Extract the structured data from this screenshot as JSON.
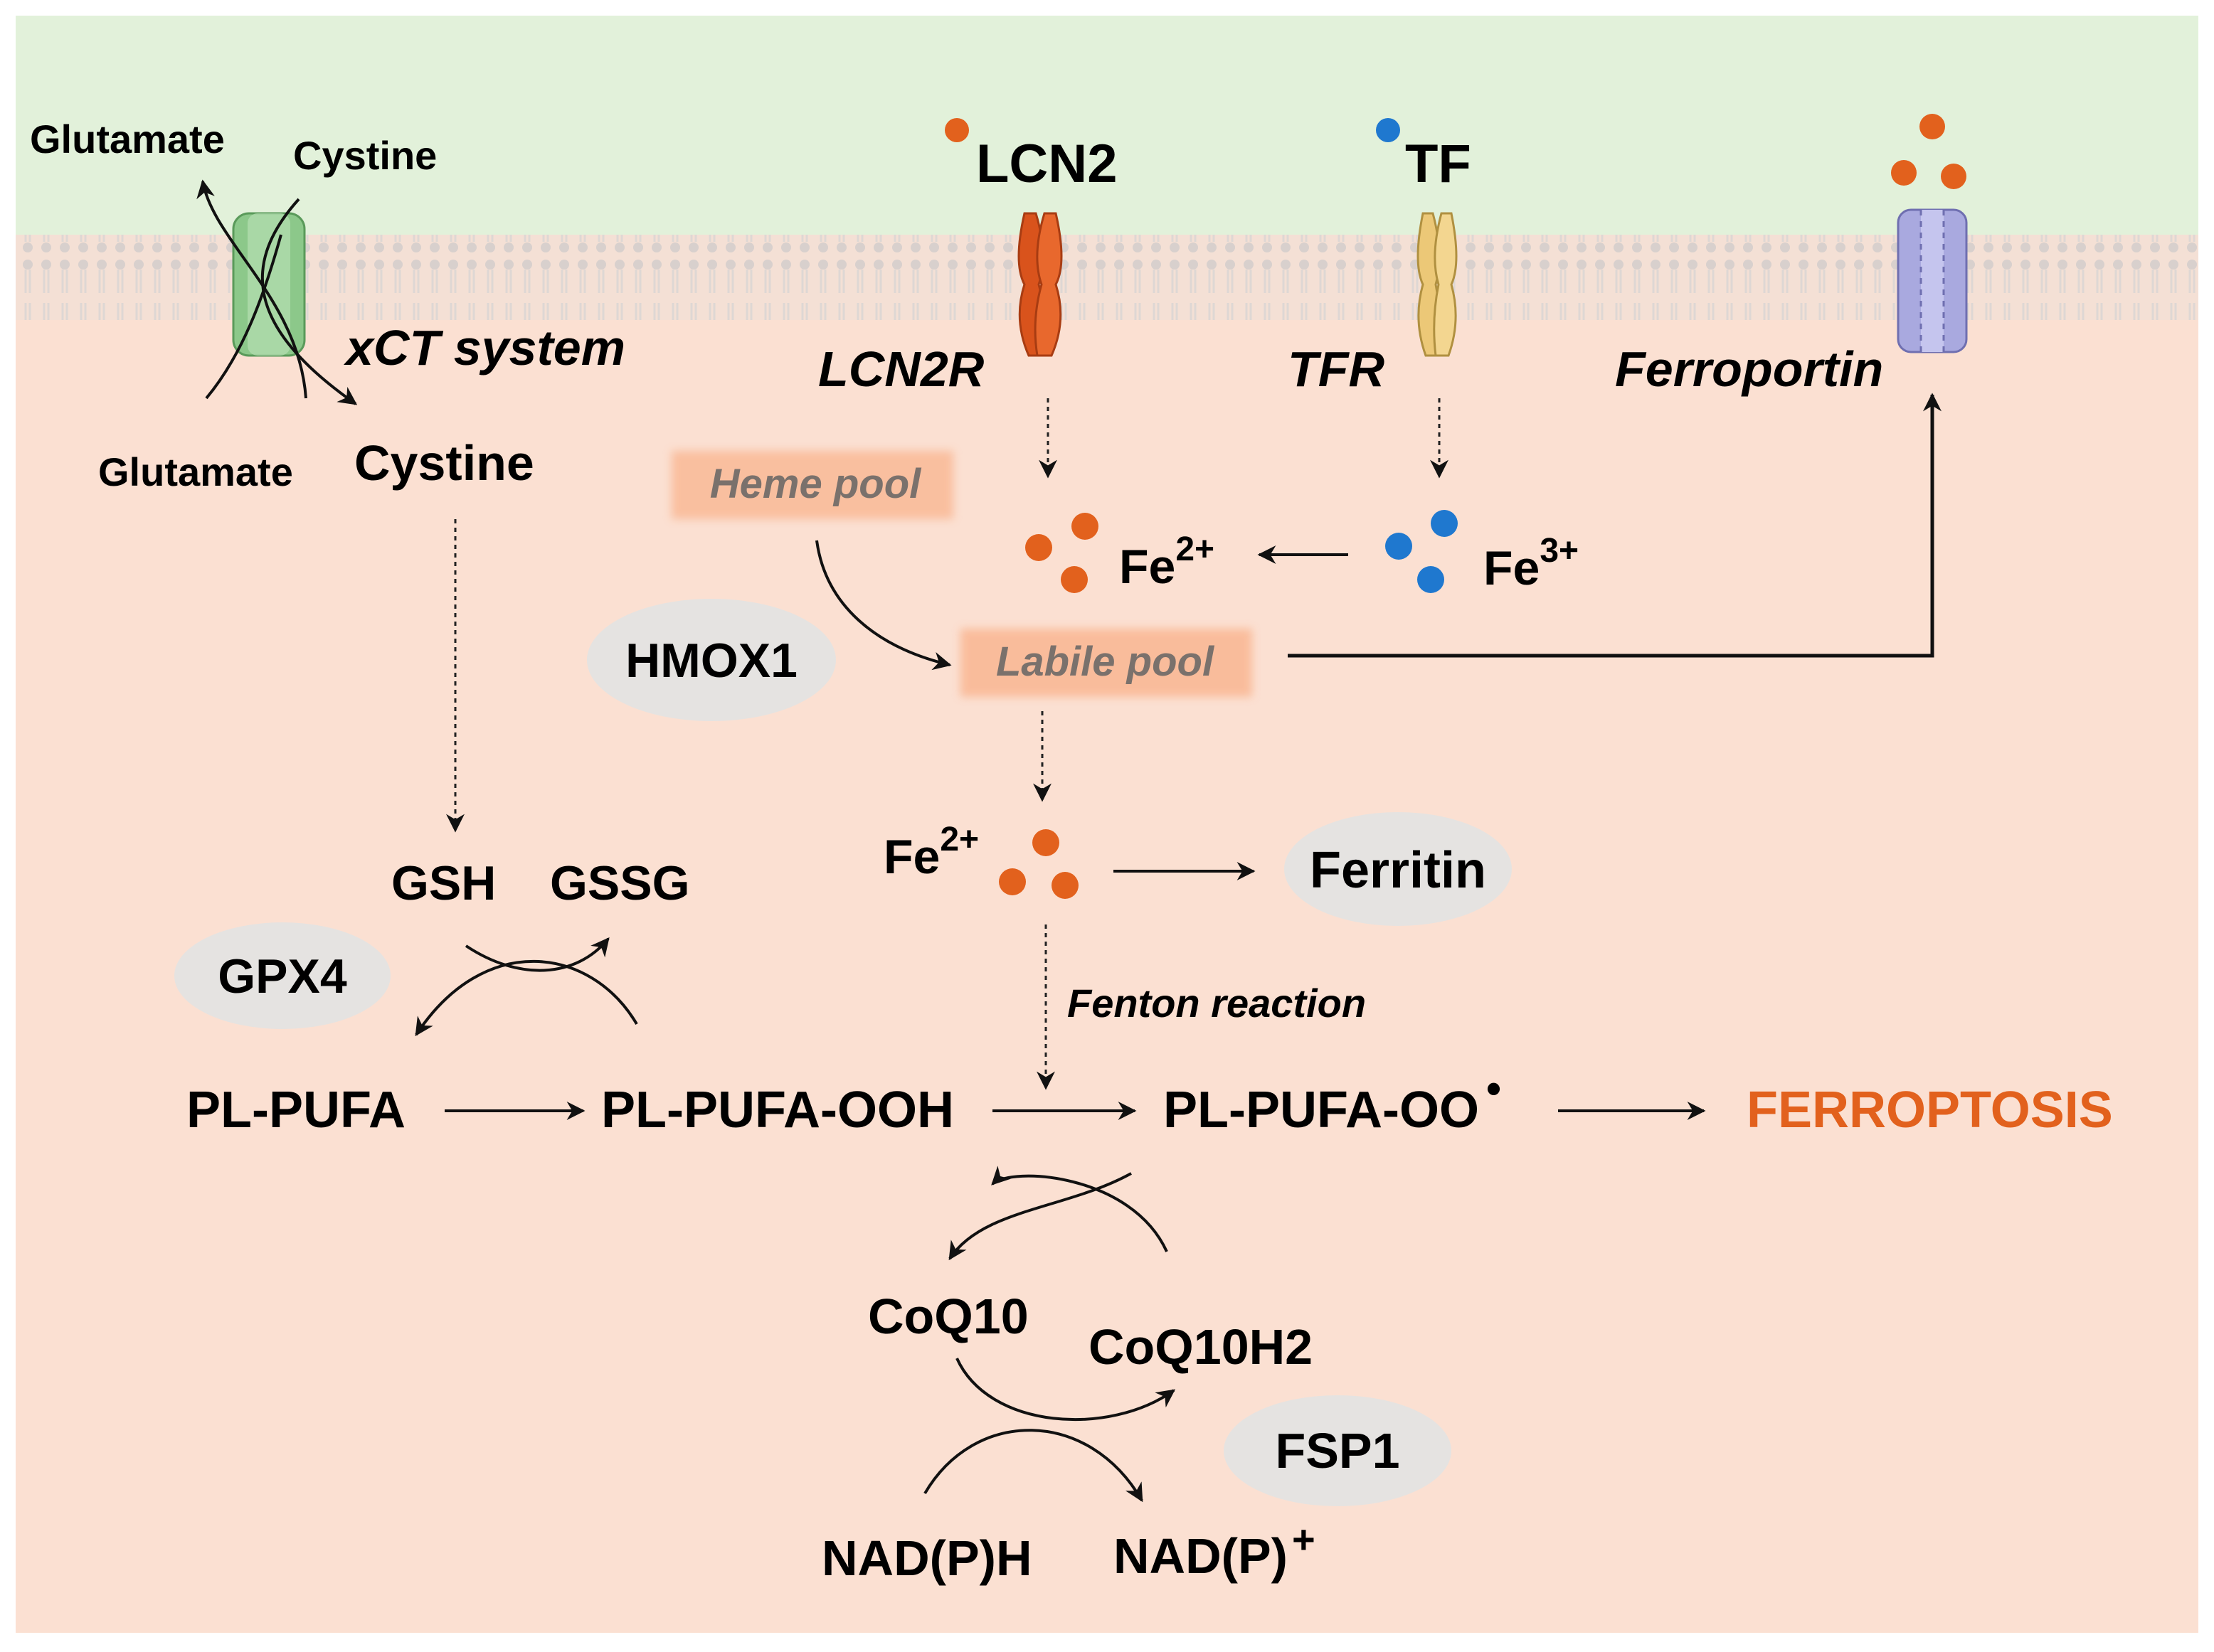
{
  "colors": {
    "extracellular": "#e2f1da",
    "cytoplasm": "#fbe0d2",
    "membrane": "#c9c2bf",
    "iron_fe2": "#e2611d",
    "iron_fe3": "#1f78cf",
    "label_box": "#f9b48e",
    "protein_ellipse": "#e5e3e1",
    "ferroptosis_text": "#e2611d",
    "pool_text": "#7a716c",
    "xct": "#8cc88a",
    "lcn2r": "#d9531c",
    "tfr": "#ecc877",
    "ferroportin": "#a9a9df"
  },
  "icons": {
    "xct": "xct-transporter-icon",
    "lcn2r": "lcn2r-receptor-icon",
    "tfr": "tfr-receptor-icon",
    "ferroportin": "ferroportin-channel-icon",
    "iron": "iron-ion-dot-icon"
  },
  "extracellular": {
    "glutamate_out": "Glutamate",
    "cystine_in": "Cystine",
    "lcn2": "LCN2",
    "tf": "TF"
  },
  "membrane_proteins": {
    "xct": "xCT system",
    "lcn2r": "LCN2R",
    "tfr": "TFR",
    "ferroportin": "Ferroportin"
  },
  "intracellular": {
    "glutamate": "Glutamate",
    "cystine": "Cystine",
    "heme_pool": "Heme pool",
    "labile_pool": "Labile pool",
    "hmox1": "HMOX1",
    "fe2_top": {
      "base": "Fe",
      "charge": "2+"
    },
    "fe3": {
      "base": "Fe",
      "charge": "3+"
    },
    "fe2_mid": {
      "base": "Fe",
      "charge": "2+"
    },
    "ferritin": "Ferritin",
    "fenton": "Fenton reaction",
    "gsh": "GSH",
    "gssg": "GSSG",
    "gpx4": "GPX4",
    "pl_pufa": "PL-PUFA",
    "pl_pufa_ooh": "PL-PUFA-OOH",
    "pl_pufa_oo": "PL-PUFA-OO",
    "radical": "•",
    "ferroptosis": "FERROPTOSIS",
    "coq10": "CoQ10",
    "coq10h2": "CoQ10H2",
    "fsp1": "FSP1",
    "nadph": "NAD(P)H",
    "nadp_plus": "NAD(P)",
    "plus": "+"
  }
}
